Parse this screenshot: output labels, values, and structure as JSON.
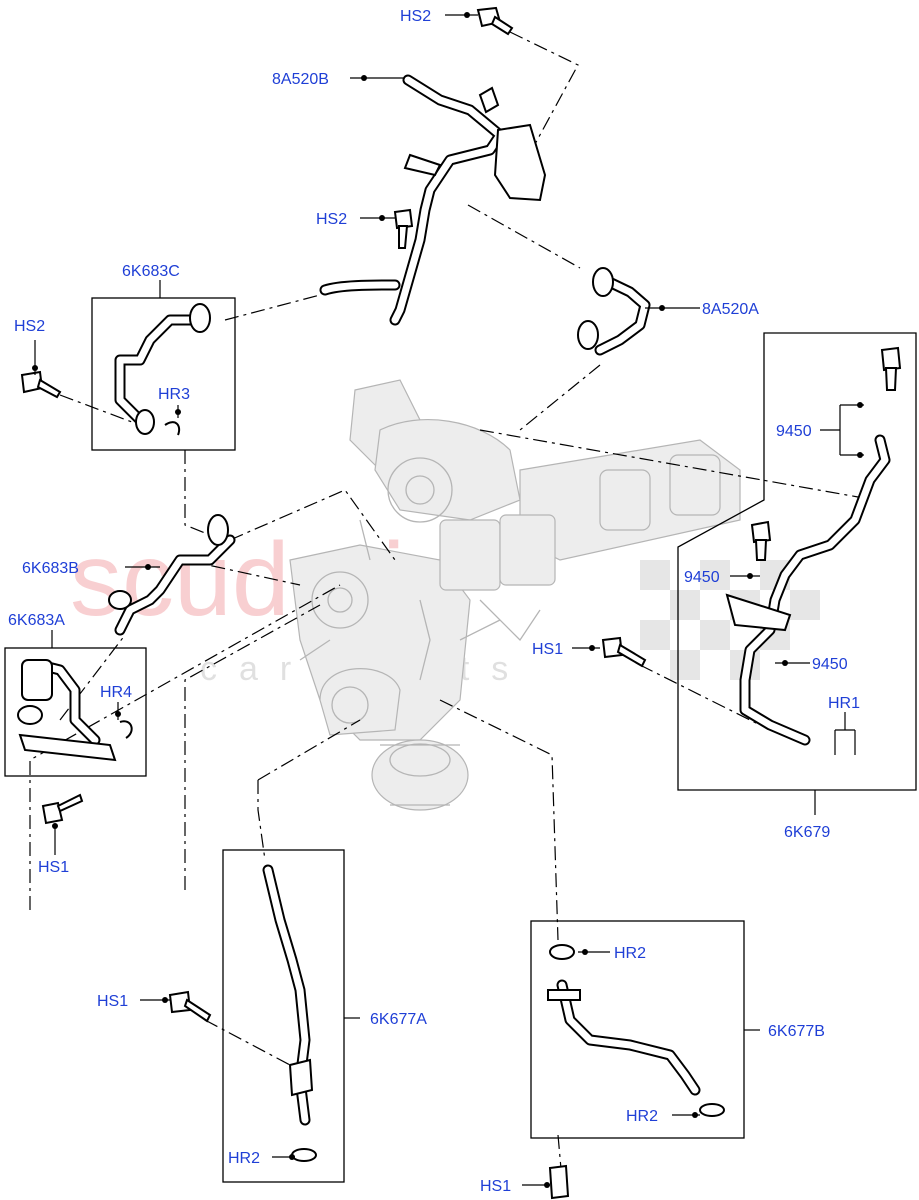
{
  "diagram": {
    "watermark_primary": "scuderia",
    "watermark_secondary": "car parts",
    "labels": {
      "hs2_top": "HS2",
      "p8a520b": "8A520B",
      "hs2_mid": "HS2",
      "p6k683c": "6K683C",
      "hs2_left": "HS2",
      "hr3": "HR3",
      "p8a520a": "8A520A",
      "p9450_top": "9450",
      "p6k683b": "6K683B",
      "p9450_mid": "9450",
      "p6k683a": "6K683A",
      "hs1_mid": "HS1",
      "hr4": "HR4",
      "p9450_low": "9450",
      "hr1": "HR1",
      "hs1_left": "HS1",
      "p6k679": "6K679",
      "hr2_b_top": "HR2",
      "hs1_a": "HS1",
      "p6k677a": "6K677A",
      "p6k677b": "6K677B",
      "hr2_b_bot": "HR2",
      "hr2_a": "HR2",
      "hs1_bottom": "HS1"
    }
  }
}
